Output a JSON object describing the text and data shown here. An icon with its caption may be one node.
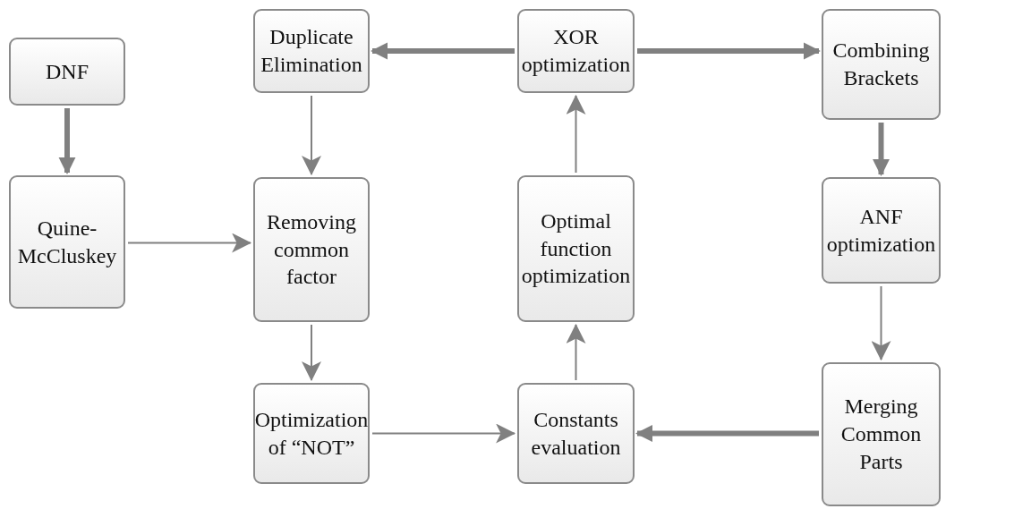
{
  "diagram": {
    "nodes": [
      {
        "text": [
          "DNF"
        ]
      },
      {
        "text": [
          "Duplicate Elimination"
        ]
      },
      {
        "text": [
          "XOR optimization"
        ]
      },
      {
        "text": [
          "Combining Brackets"
        ]
      },
      {
        "text": [
          "Quine-McCluskey"
        ]
      },
      {
        "text": [
          "Removing common factor"
        ]
      },
      {
        "text": [
          "Optimal function optimization"
        ]
      },
      {
        "text": [
          "ANF optimization"
        ]
      },
      {
        "text": [
          "Optimization of “NOT”"
        ]
      },
      {
        "text": [
          "Constants evaluation"
        ]
      },
      {
        "text": [
          "Merging Common Parts"
        ]
      }
    ],
    "edges": [
      {
        "from": 0,
        "to": 4,
        "arrow": "to",
        "style": "thick"
      },
      {
        "from": 2,
        "to": 1,
        "arrow": "to",
        "style": "thick"
      },
      {
        "from": 2,
        "to": 3,
        "arrow": "to",
        "style": "thick"
      },
      {
        "from": 3,
        "to": 7,
        "arrow": "to",
        "style": "thick"
      },
      {
        "from": 1,
        "to": 5,
        "arrow": "to"
      },
      {
        "from": 4,
        "to": 5,
        "arrow": "to"
      },
      {
        "from": 5,
        "to": 8,
        "arrow": "to"
      },
      {
        "from": 8,
        "to": 9,
        "arrow": "to"
      },
      {
        "from": 10,
        "to": 9,
        "arrow": "to",
        "style": "thick"
      },
      {
        "from": 9,
        "to": 6,
        "arrow": "to"
      },
      {
        "from": 6,
        "to": 2,
        "arrow": "to"
      },
      {
        "from": 7,
        "to": 10,
        "arrow": "to"
      }
    ]
  }
}
